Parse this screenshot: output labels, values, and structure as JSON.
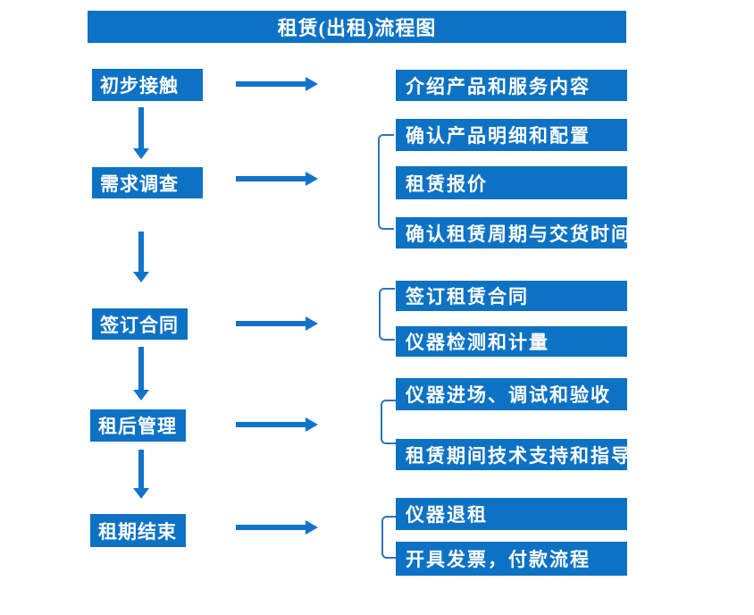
{
  "title": "租赁(出租)流程图",
  "colors": {
    "box_blue": "#0d72c4",
    "arrow_blue": "#1173cb",
    "bracket_blue": "#2e75b6",
    "text_white": "#ffffff"
  },
  "flow": {
    "stages": [
      {
        "label": "初步接触",
        "details": [
          "介绍产品和服务内容"
        ]
      },
      {
        "label": "需求调查",
        "details": [
          "确认产品明细和配置",
          "租赁报价",
          "确认租赁周期与交货时间"
        ]
      },
      {
        "label": "签订合同",
        "details": [
          "签订租赁合同",
          "仪器检测和计量"
        ]
      },
      {
        "label": "租后管理",
        "details": [
          "仪器进场、调试和验收",
          "租赁期间技术支持和指导"
        ]
      },
      {
        "label": "租期结束",
        "details": [
          "仪器退租",
          "开具发票，付款流程"
        ]
      }
    ]
  }
}
